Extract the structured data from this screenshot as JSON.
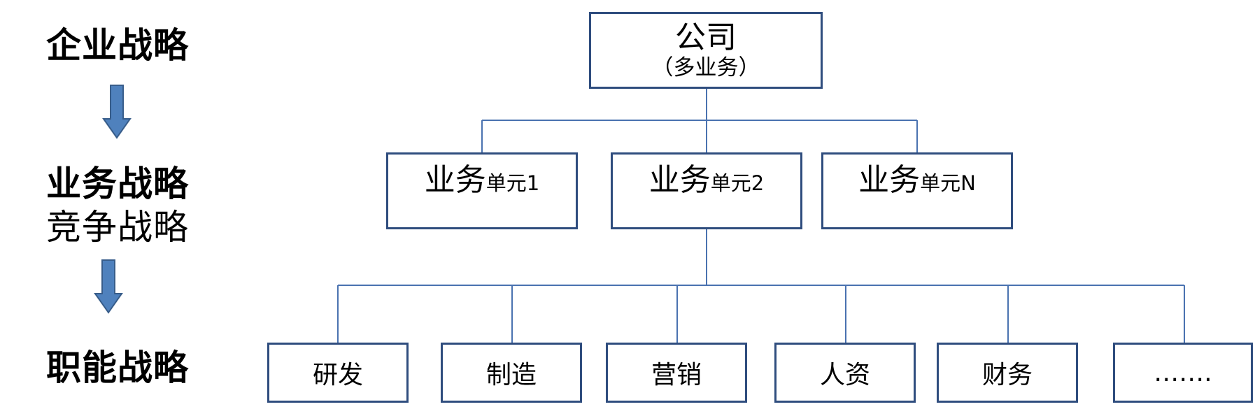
{
  "levels": {
    "corporate": "企业战略",
    "business": "业务战略",
    "competitive": "竞争战略",
    "functional": "职能战略"
  },
  "company": {
    "title": "公司",
    "subtitle": "（多业务）"
  },
  "business_units": [
    {
      "main": "业务",
      "suffix": "单元1"
    },
    {
      "main": "业务",
      "suffix": "单元2"
    },
    {
      "main": "业务",
      "suffix": "单元N"
    }
  ],
  "functions": [
    "研发",
    "制造",
    "营销",
    "人资",
    "财务",
    "……."
  ],
  "colors": {
    "box_border": "#2f4d7e",
    "connector": "#4a72b0",
    "arrow_fill": "#4f81bd",
    "arrow_stroke": "#385d8a"
  }
}
